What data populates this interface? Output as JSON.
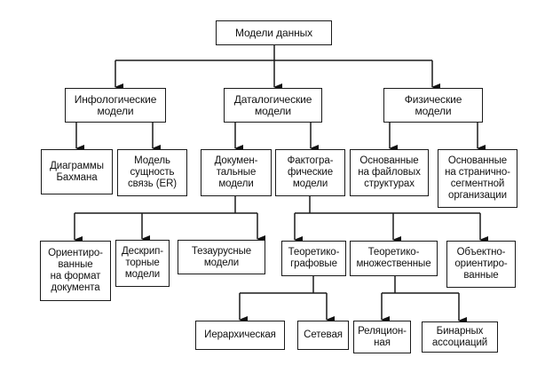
{
  "diagram": {
    "root": "Модели данных",
    "level1": {
      "infological": "Инфологические\nмодели",
      "datalogical": "Даталогические\nмодели",
      "physical": "Физические\nмодели"
    },
    "level2": {
      "bachman": "Диаграммы\nБахмана",
      "er": "Модель\nсущность\nсвязь (ER)",
      "documentary": "Докумен-\nтальные\nмодели",
      "factographic": "Фактогра-\nфические\nмодели",
      "file_based": "Основанные\nна файловых\nструктурах",
      "page_segment": "Основанные\nна странично-\nсегментной\nорганизации"
    },
    "level3": {
      "doc_format": "Ориентиро-\nванные\nна формат\nдокумента",
      "descriptor": "Дескрип-\nторные\nмодели",
      "thesaurus": "Тезаурусные\nмодели",
      "graph_theory": "Теоретико-\nграфовые",
      "set_theory": "Теоретико-\nмножественные",
      "object_oriented": "Объектно-\nориентиро-\nванные"
    },
    "level4": {
      "hierarchical": "Иерархическая",
      "network": "Сетевая",
      "relational": "Реляцион-\nная",
      "binary": "Бинарных\nассоциаций"
    }
  }
}
